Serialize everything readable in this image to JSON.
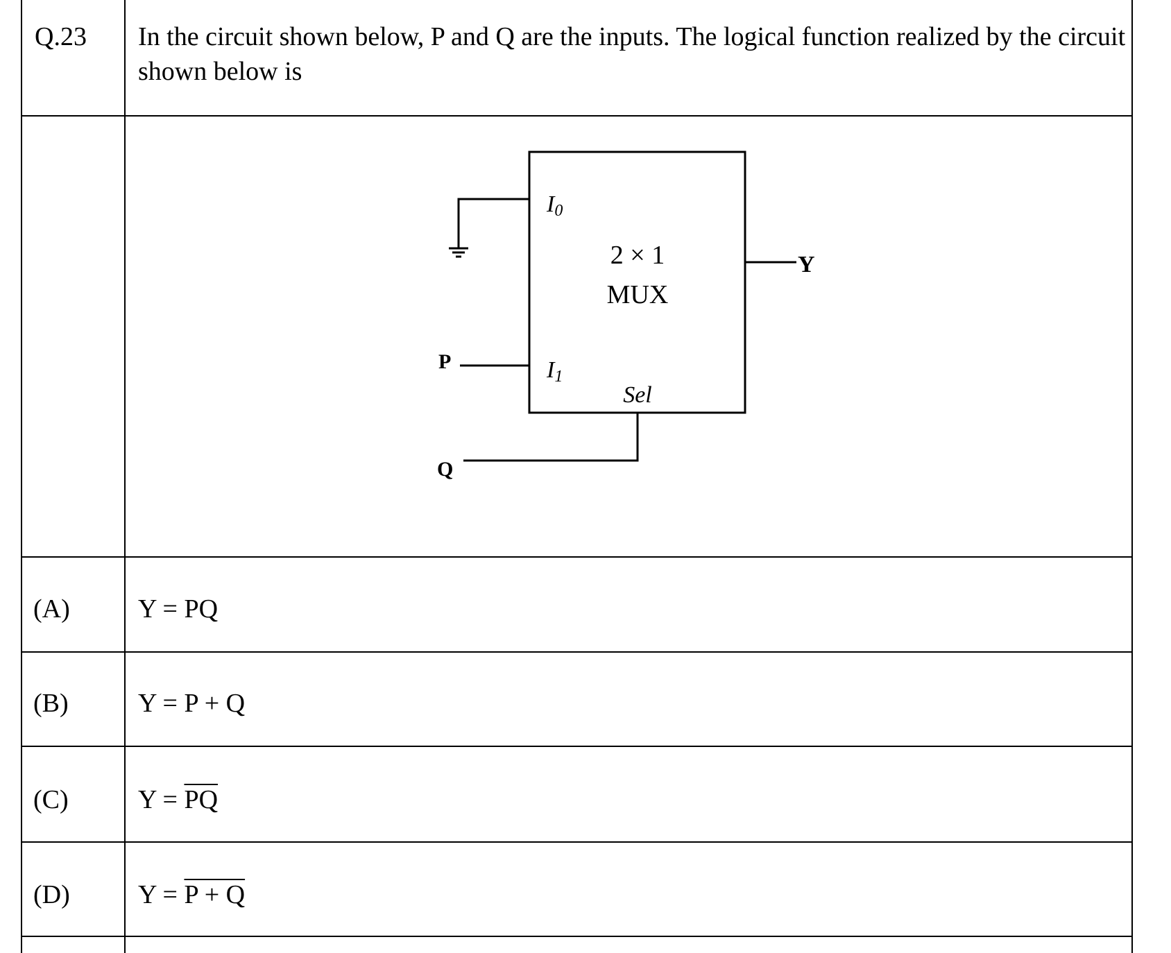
{
  "question": {
    "number": "Q.23",
    "text": "In the circuit shown below, P and Q are the inputs. The logical function realized by the circuit shown below is"
  },
  "circuit": {
    "mux_label_top": "2 × 1",
    "mux_label_bottom": "MUX",
    "input0_label": "I",
    "input0_sub": "0",
    "input1_label": "I",
    "input1_sub": "1",
    "select_label": "Sel",
    "input_p": "P",
    "input_q": "Q",
    "output_label": "Y"
  },
  "options": [
    {
      "label": "(A)",
      "lhs": "Y = ",
      "expr": "PQ",
      "overbar": false
    },
    {
      "label": "(B)",
      "lhs": "Y = ",
      "expr": "P + Q",
      "overbar": false
    },
    {
      "label": "(C)",
      "lhs": "Y = ",
      "expr": "PQ",
      "overbar": true
    },
    {
      "label": "(D)",
      "lhs": "Y = ",
      "expr": "P + Q",
      "overbar": true
    }
  ]
}
